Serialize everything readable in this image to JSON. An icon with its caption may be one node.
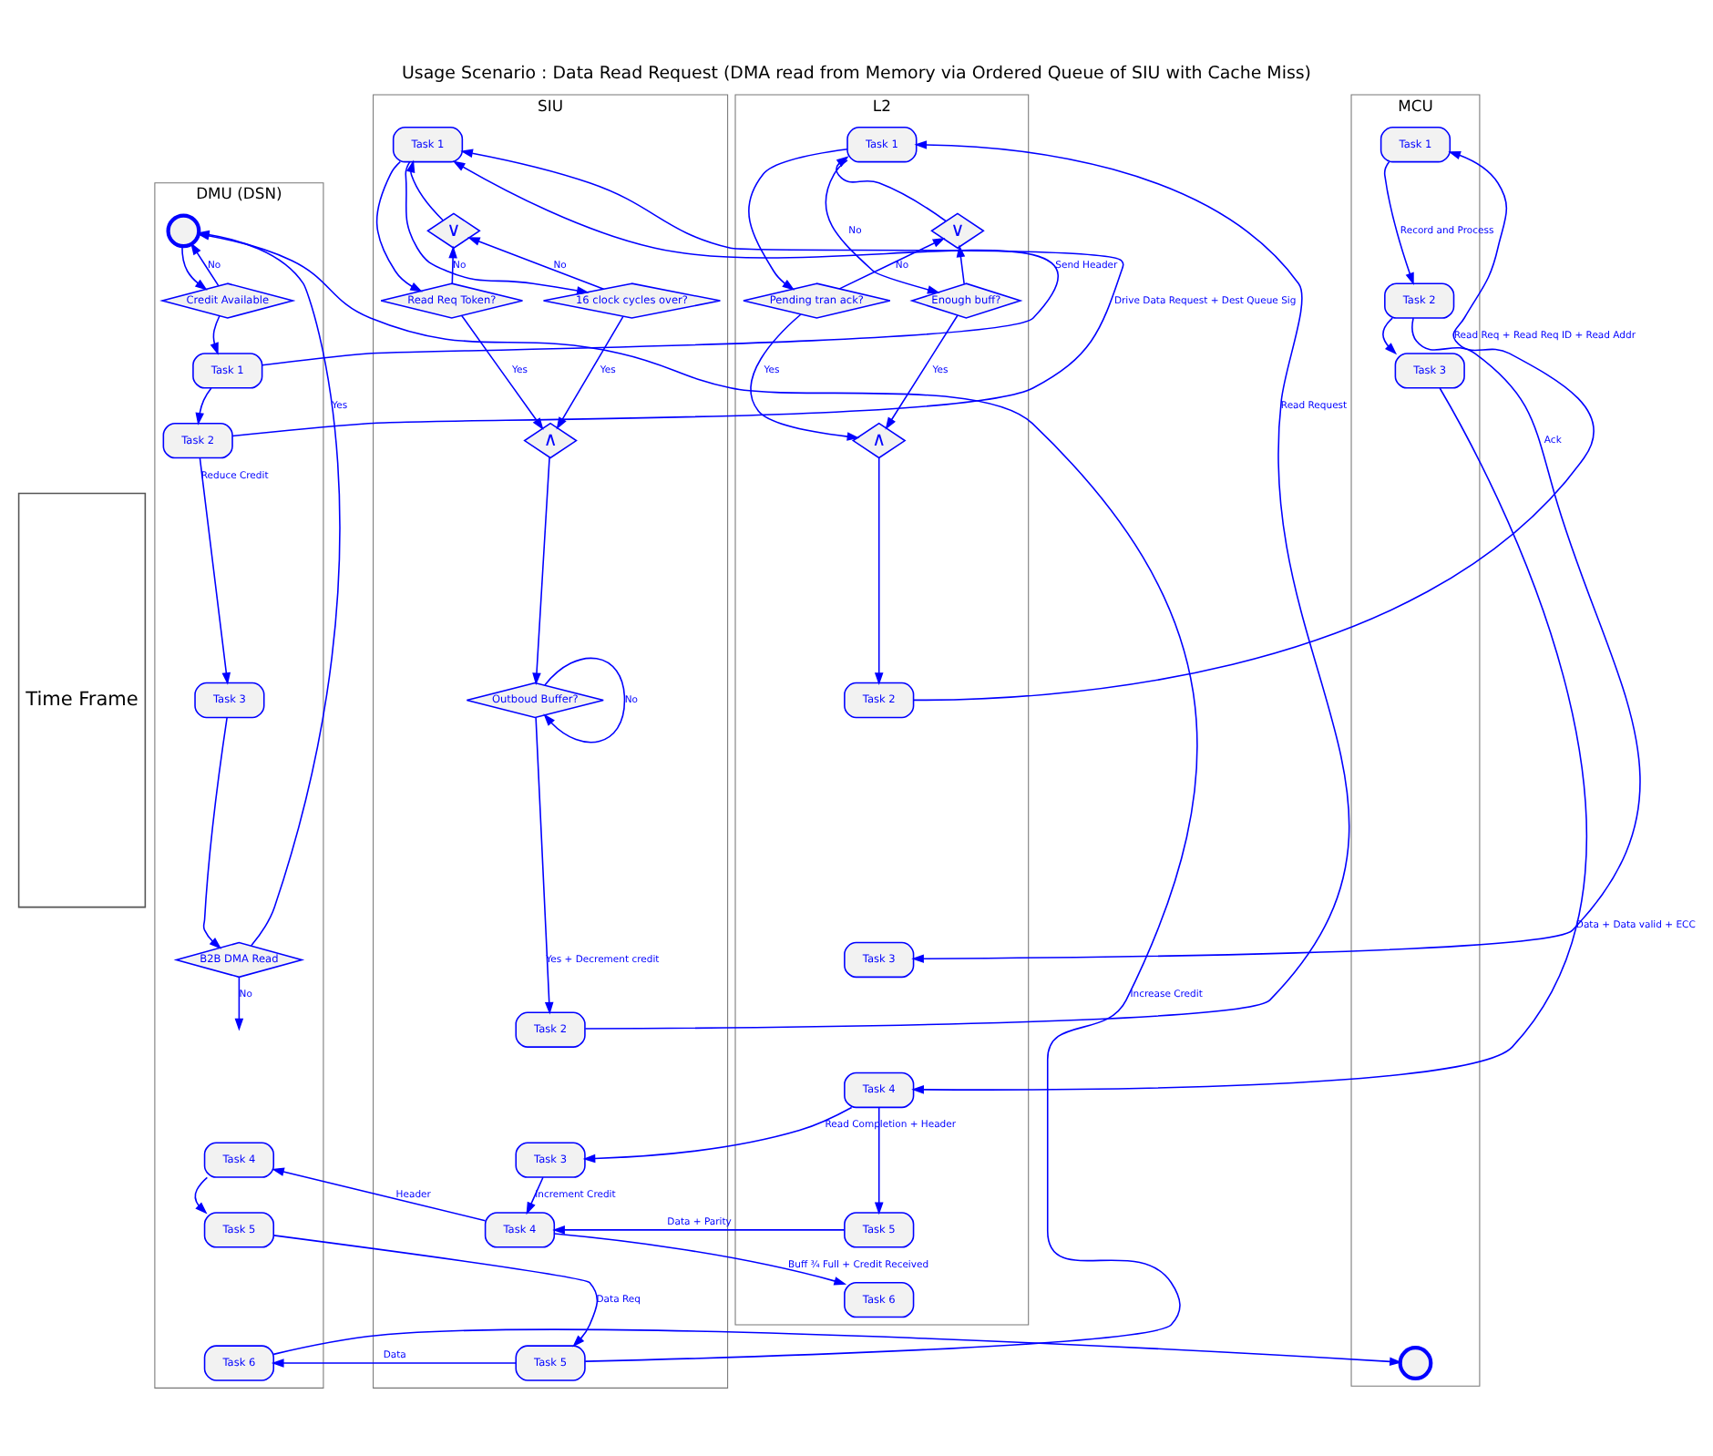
{
  "diagram": {
    "title": "Usage Scenario : Data Read Request (DMA read from Memory via Ordered Queue of SIU with Cache Miss)",
    "nodes": [
      {
        "text": [
          "DMU (DSN)"
        ]
      },
      {
        "text": [
          "SIU"
        ]
      },
      {
        "text": [
          "L2"
        ]
      },
      {
        "text": [
          "MCU"
        ]
      },
      {
        "text": [
          "Time Frame"
        ]
      },
      {
        "text": [],
        "shape": "circle",
        "in": 0
      },
      {
        "text": [
          "Credit Available"
        ],
        "in": 0
      },
      {
        "text": [
          "Task 1"
        ],
        "in": 0
      },
      {
        "text": [
          "Task 2"
        ],
        "in": 0
      },
      {
        "text": [
          "Task 3"
        ],
        "in": 0
      },
      {
        "text": [
          "B2B DMA Read"
        ],
        "in": 0
      },
      {
        "text": [
          "Task 4"
        ],
        "in": 0
      },
      {
        "text": [
          "Task 5"
        ],
        "in": 0
      },
      {
        "text": [
          "Task 6"
        ],
        "in": 0
      },
      {
        "text": [
          "Task 1"
        ],
        "in": 1
      },
      {
        "text": [
          "∨"
        ],
        "in": 1
      },
      {
        "text": [
          "Read Req Token?"
        ],
        "in": 1
      },
      {
        "text": [
          "16 clock cycles over?"
        ],
        "in": 1
      },
      {
        "text": [
          "∧"
        ],
        "in": 1
      },
      {
        "text": [
          "Outboud Buffer?"
        ],
        "in": 1
      },
      {
        "text": [
          "Task 2"
        ],
        "in": 1
      },
      {
        "text": [
          "Task 3"
        ],
        "in": 1
      },
      {
        "text": [
          "Task 4"
        ],
        "in": 1
      },
      {
        "text": [
          "Task 5"
        ],
        "in": 1
      },
      {
        "text": [
          "Task 1"
        ],
        "in": 2
      },
      {
        "text": [
          "∨"
        ],
        "in": 2
      },
      {
        "text": [
          "Pending tran ack?"
        ],
        "in": 2
      },
      {
        "text": [
          "Enough buff?"
        ],
        "in": 2
      },
      {
        "text": [
          "∧"
        ],
        "in": 2
      },
      {
        "text": [
          "Task 2"
        ],
        "in": 2
      },
      {
        "text": [
          "Task 3"
        ],
        "in": 2
      },
      {
        "text": [
          "Task 4"
        ],
        "in": 2
      },
      {
        "text": [
          "Task 5"
        ],
        "in": 2
      },
      {
        "text": [
          "Task 6"
        ],
        "in": 2
      },
      {
        "text": [
          "Task 1"
        ],
        "in": 3
      },
      {
        "text": [
          "Task 2"
        ],
        "in": 3
      },
      {
        "text": [
          "Task 3"
        ],
        "in": 3
      },
      {
        "text": [],
        "shape": "circle",
        "in": 3
      }
    ],
    "edges": [
      {
        "from": 5,
        "to": 6,
        "arrow": "to"
      },
      {
        "from": 6,
        "to": 5,
        "label": "No",
        "arrow": "to"
      },
      {
        "from": 6,
        "to": 7,
        "arrow": "to"
      },
      {
        "from": 7,
        "to": 8,
        "arrow": "to"
      },
      {
        "from": 7,
        "to": 14,
        "label": "Send Header",
        "arrow": "to"
      },
      {
        "from": 8,
        "to": 14,
        "label": "Drive Data Request + Dest Queue Sig",
        "arrow": "to"
      },
      {
        "from": 8,
        "to": 9,
        "label": "Reduce Credit",
        "arrow": "to"
      },
      {
        "from": 9,
        "to": 10,
        "arrow": "to"
      },
      {
        "from": 10,
        "to": null,
        "label": "No",
        "arrow": "to"
      },
      {
        "from": 10,
        "to": 5,
        "label": "Yes",
        "arrow": "to"
      },
      {
        "from": 22,
        "to": 11,
        "label": "Header",
        "arrow": "to"
      },
      {
        "from": 11,
        "to": 12,
        "arrow": "to"
      },
      {
        "from": 12,
        "to": 23,
        "label": "Data Req",
        "arrow": "to"
      },
      {
        "from": 23,
        "to": 13,
        "label": "Data",
        "arrow": "to"
      },
      {
        "from": 23,
        "to": 5,
        "label": "Increase Credit",
        "arrow": "to"
      },
      {
        "from": 13,
        "to": 37,
        "arrow": "to"
      },
      {
        "from": 14,
        "to": 16,
        "arrow": "to"
      },
      {
        "from": 14,
        "to": 17,
        "arrow": "to"
      },
      {
        "from": 16,
        "to": 15,
        "label": "No",
        "arrow": "to"
      },
      {
        "from": 17,
        "to": 15,
        "label": "No",
        "arrow": "to"
      },
      {
        "from": 15,
        "to": 14,
        "arrow": "to"
      },
      {
        "from": 17,
        "to": 18,
        "label": "Yes",
        "arrow": "to"
      },
      {
        "from": 16,
        "to": 18,
        "label": "Yes",
        "arrow": "to"
      },
      {
        "from": 18,
        "to": 19,
        "arrow": "to"
      },
      {
        "from": 19,
        "to": 19,
        "label": "No",
        "arrow": "to"
      },
      {
        "from": 19,
        "to": 20,
        "label": "Yes + Decrement credit",
        "arrow": "to"
      },
      {
        "from": 20,
        "to": 24,
        "label": "Read Request",
        "arrow": "to"
      },
      {
        "from": 21,
        "to": 22,
        "label": "Increment Credit",
        "arrow": "to"
      },
      {
        "from": 22,
        "to": 33,
        "label": "Buff ¾ Full + Credit Received",
        "arrow": "to"
      },
      {
        "from": 24,
        "to": 26,
        "arrow": "to"
      },
      {
        "from": 24,
        "to": 27,
        "label": "No",
        "arrow": "to"
      },
      {
        "from": 26,
        "to": 25,
        "label": "No",
        "arrow": "to"
      },
      {
        "from": 27,
        "to": 25,
        "arrow": "to"
      },
      {
        "from": 25,
        "to": 24,
        "arrow": "to"
      },
      {
        "from": 27,
        "to": 28,
        "label": "Yes",
        "arrow": "to"
      },
      {
        "from": 26,
        "to": 28,
        "label": "Yes",
        "arrow": "to"
      },
      {
        "from": 28,
        "to": 29,
        "arrow": "to"
      },
      {
        "from": 29,
        "to": 34,
        "label": "Read Req + Read Req ID + Read Addr",
        "arrow": "to"
      },
      {
        "from": 35,
        "to": 30,
        "label": "Ack",
        "arrow": "to"
      },
      {
        "from": 36,
        "to": 31,
        "label": "Data + Data valid + ECC",
        "arrow": "to"
      },
      {
        "from": 31,
        "to": 21,
        "label": "Read Completion + Header",
        "arrow": "to"
      },
      {
        "from": 31,
        "to": 32,
        "arrow": "to"
      },
      {
        "from": 32,
        "to": 22,
        "label": "Data + Parity",
        "arrow": "to"
      },
      {
        "from": 34,
        "to": 35,
        "label": "Record and Process",
        "arrow": "to"
      },
      {
        "from": 35,
        "to": 36,
        "arrow": "to"
      }
    ]
  }
}
